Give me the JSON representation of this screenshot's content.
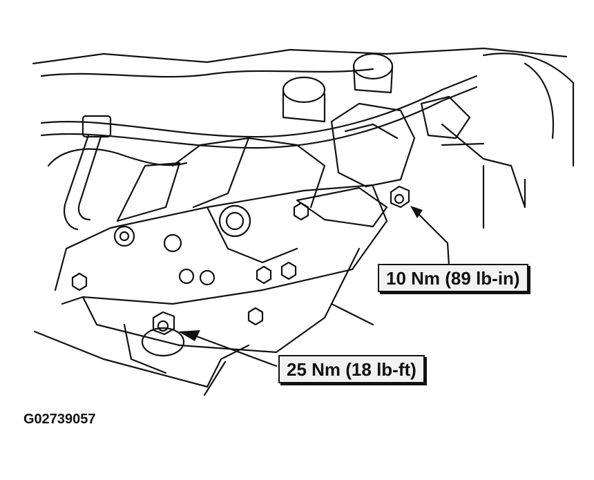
{
  "callouts": {
    "upper_torque": "10 Nm (89 lb-in)",
    "lower_torque": "25 Nm (18 lb-ft)"
  },
  "figure_id": "G02739057"
}
